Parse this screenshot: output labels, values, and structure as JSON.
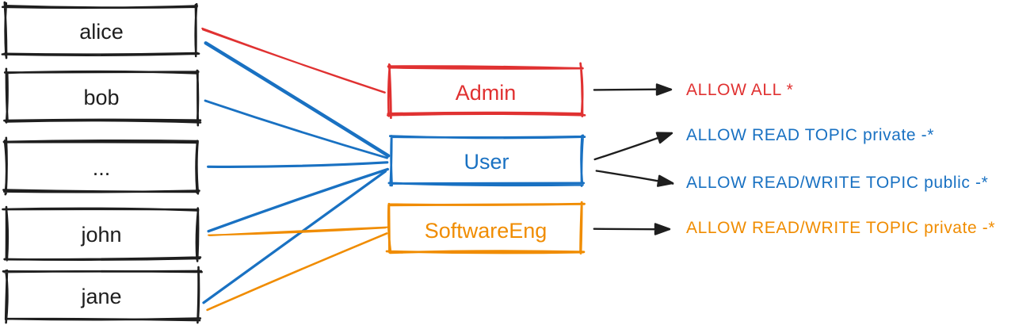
{
  "colors": {
    "black": "#1e1e1e",
    "red": "#e03131",
    "blue": "#1971c2",
    "orange": "#f08c00",
    "background": "#ffffff"
  },
  "users": [
    {
      "label": "alice"
    },
    {
      "label": "bob"
    },
    {
      "label": "..."
    },
    {
      "label": "john"
    },
    {
      "label": "jane"
    }
  ],
  "roles": [
    {
      "label": "Admin",
      "color": "#e03131"
    },
    {
      "label": "User",
      "color": "#1971c2"
    },
    {
      "label": "SoftwareEng",
      "color": "#f08c00"
    }
  ],
  "permissions": [
    {
      "label": "ALLOW ALL *",
      "color": "#e03131"
    },
    {
      "label": "ALLOW READ TOPIC private -*",
      "color": "#1971c2"
    },
    {
      "label": "ALLOW READ/WRITE TOPIC public -*",
      "color": "#1971c2"
    },
    {
      "label": "ALLOW READ/WRITE TOPIC private -*",
      "color": "#f08c00"
    }
  ],
  "edges": {
    "user_role": [
      {
        "from": "alice",
        "to": "Admin",
        "color": "#e03131"
      },
      {
        "from": "alice",
        "to": "User",
        "color": "#1971c2"
      },
      {
        "from": "bob",
        "to": "User",
        "color": "#1971c2"
      },
      {
        "from": "...",
        "to": "User",
        "color": "#1971c2"
      },
      {
        "from": "john",
        "to": "User",
        "color": "#1971c2"
      },
      {
        "from": "jane",
        "to": "User",
        "color": "#1971c2"
      },
      {
        "from": "john",
        "to": "SoftwareEng",
        "color": "#f08c00"
      },
      {
        "from": "jane",
        "to": "SoftwareEng",
        "color": "#f08c00"
      }
    ],
    "role_permission": [
      {
        "from": "Admin",
        "to": "ALLOW ALL *"
      },
      {
        "from": "User",
        "to": "ALLOW READ TOPIC private -*"
      },
      {
        "from": "User",
        "to": "ALLOW READ/WRITE TOPIC public -*"
      },
      {
        "from": "SoftwareEng",
        "to": "ALLOW READ/WRITE TOPIC private -*"
      }
    ]
  }
}
